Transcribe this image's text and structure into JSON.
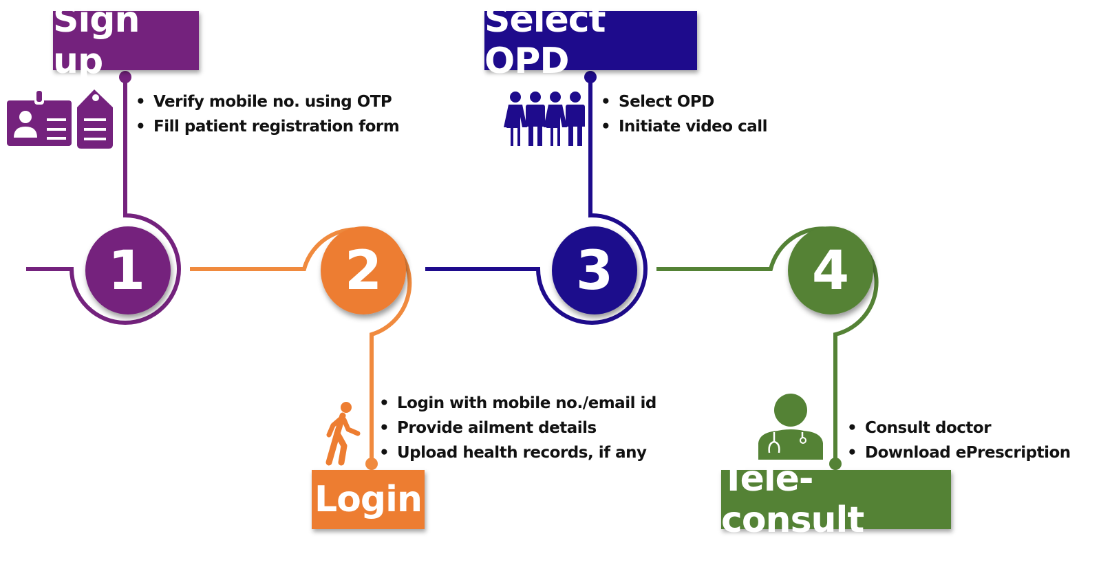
{
  "colors": {
    "step1": "#74227d",
    "step2": "#ed7d31",
    "step3": "#1e0b8c",
    "step4": "#548235",
    "text": "#111111"
  },
  "steps": [
    {
      "number": "1",
      "title": "Sign up",
      "icon": "id-card-and-tag-icon",
      "bullets": [
        "Verify mobile no. using OTP",
        "Fill patient registration form"
      ]
    },
    {
      "number": "2",
      "title": "Login",
      "icon": "walking-person-icon",
      "bullets": [
        "Login with mobile no./email id",
        "Provide ailment details",
        "Upload health records, if any"
      ]
    },
    {
      "number": "3",
      "title": "Select OPD",
      "icon": "group-of-people-icon",
      "bullets": [
        "Select OPD",
        "Initiate video call"
      ]
    },
    {
      "number": "4",
      "title": "Tele-consult",
      "icon": "doctor-stethoscope-icon",
      "bullets": [
        "Consult doctor",
        "Download ePrescription"
      ]
    }
  ]
}
